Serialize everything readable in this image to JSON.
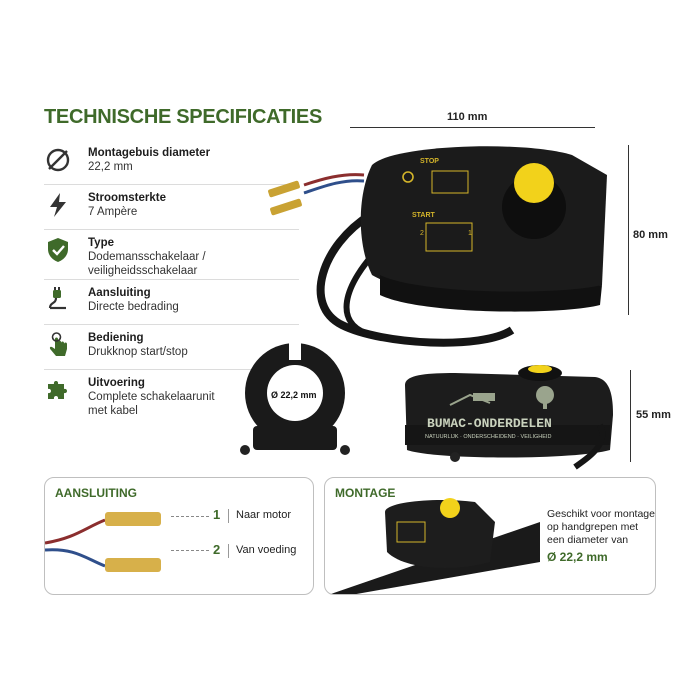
{
  "title": "TECHNISCHE SPECIFICATIES",
  "specs": [
    {
      "icon": "diameter-icon",
      "label": "Montagebuis diameter",
      "value": "22,2 mm"
    },
    {
      "icon": "lightning-icon",
      "label": "Stroomsterkte",
      "value": "7 Ampère"
    },
    {
      "icon": "shield-check-icon",
      "label": "Type",
      "value": "Dodemansschakelaar /",
      "value2": "veiligheidsschakelaar"
    },
    {
      "icon": "plug-icon",
      "label": "Aansluiting",
      "value": "Directe bedrading"
    },
    {
      "icon": "push-button-icon",
      "label": "Bediening",
      "value": "Drukknop start/stop"
    },
    {
      "icon": "puzzle-icon",
      "label": "Uitvoering",
      "value": "Complete schakelaarunit",
      "value2": "met kabel"
    }
  ],
  "dimensions": {
    "width": "110 mm",
    "height": "80 mm",
    "depth": "55 mm",
    "clamp": "Ø 22,2 mm"
  },
  "switch_labels": {
    "stop": "STOP",
    "start": "START",
    "step1": "1",
    "step2": "2"
  },
  "brand": {
    "name": "BUMAC-ONDERDELEN",
    "tagline": "NATUURLIJK · ONDERSCHEIDEND · VEILIGHEID"
  },
  "panel_connection": {
    "title": "AANSLUITING",
    "items": [
      {
        "num": "1",
        "label": "Naar motor"
      },
      {
        "num": "2",
        "label": "Van voeding"
      }
    ]
  },
  "panel_mount": {
    "title": "MONTAGE",
    "line1": "Geschikt voor montage",
    "line2": "op handgrepen met",
    "line3": "een diameter van",
    "diameter": "Ø 22,2 mm"
  },
  "colors": {
    "accent": "#3f6a2a",
    "button": "#f2d21b",
    "body": "#1b1b1b"
  }
}
